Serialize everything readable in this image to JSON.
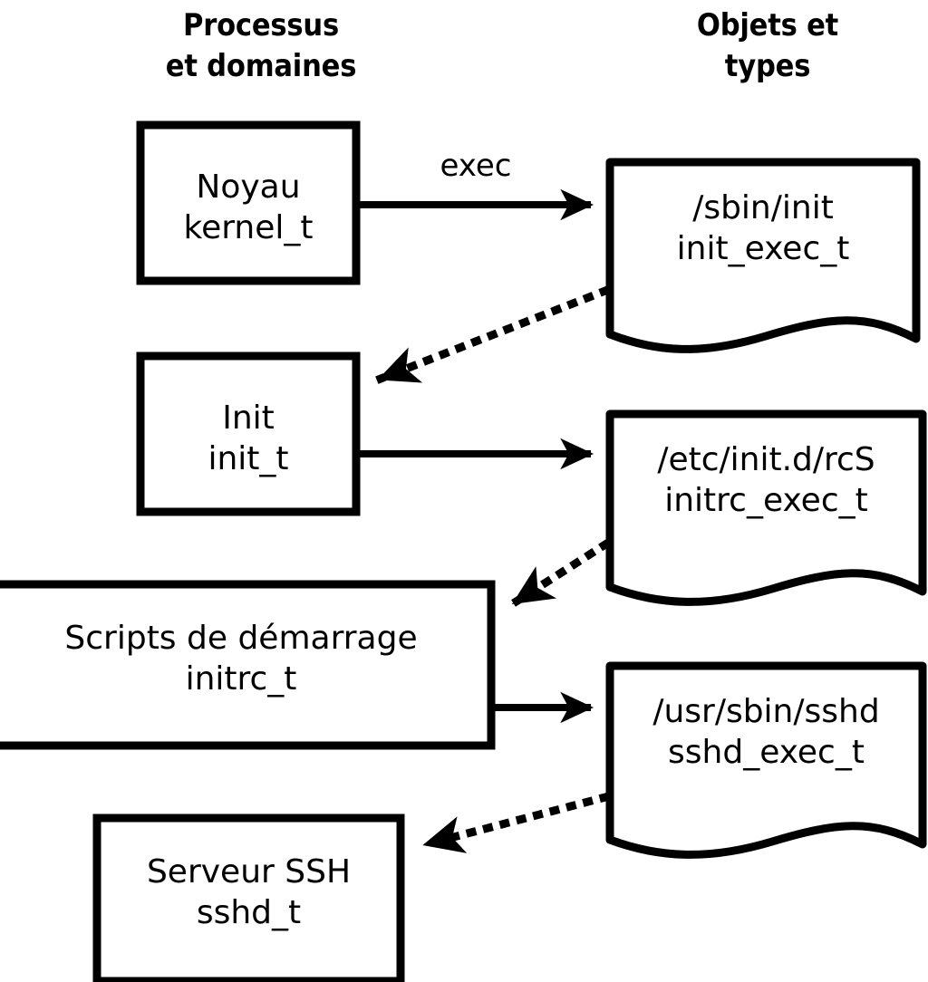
{
  "diagram": {
    "title_left": "Processus\net domaines",
    "title_right": "Objets et\ntypes",
    "stroke_color": "#000000",
    "fill_color": "#ffffff"
  },
  "process_nodes": [
    {
      "id": "kernel",
      "label": "Noyau\nkernel_t"
    },
    {
      "id": "init",
      "label": "Init\ninit_t"
    },
    {
      "id": "initrc",
      "label": "Scripts de démarrage\ninitrc_t"
    },
    {
      "id": "sshd",
      "label": "Serveur SSH\nsshd_t"
    }
  ],
  "object_nodes": [
    {
      "id": "init_exec",
      "label": "/sbin/init\ninit_exec_t"
    },
    {
      "id": "initrc_exec",
      "label": "/etc/init.d/rcS\ninitrc_exec_t"
    },
    {
      "id": "sshd_exec",
      "label": "/usr/sbin/sshd\nsshd_exec_t"
    }
  ],
  "edges": [
    {
      "id": "kernel-to-init_exec",
      "label": "exec",
      "style": "solid"
    },
    {
      "id": "init_exec-to-init",
      "label": "",
      "style": "dotted"
    },
    {
      "id": "init-to-initrc_exec",
      "label": "",
      "style": "solid"
    },
    {
      "id": "initrc_exec-to-initrc",
      "label": "",
      "style": "dotted"
    },
    {
      "id": "initrc-to-sshd_exec",
      "label": "",
      "style": "solid"
    },
    {
      "id": "sshd_exec-to-sshd",
      "label": "",
      "style": "dotted"
    }
  ]
}
